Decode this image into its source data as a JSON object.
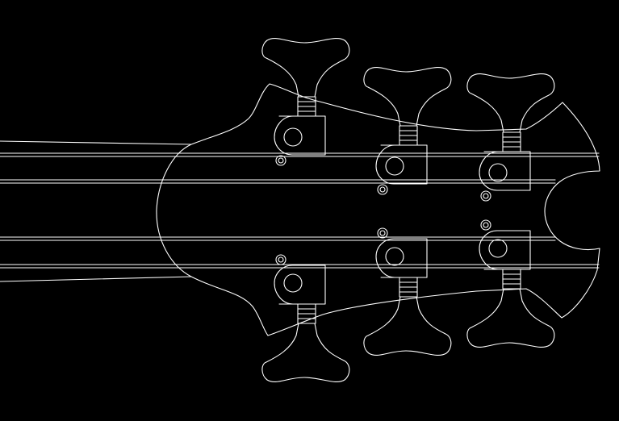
{
  "drawing": {
    "subject": "bass-guitar-headstock-outline",
    "background_color": "#000000",
    "line_color": "#ffffff",
    "string_count": 4,
    "tuner_count": 6
  }
}
